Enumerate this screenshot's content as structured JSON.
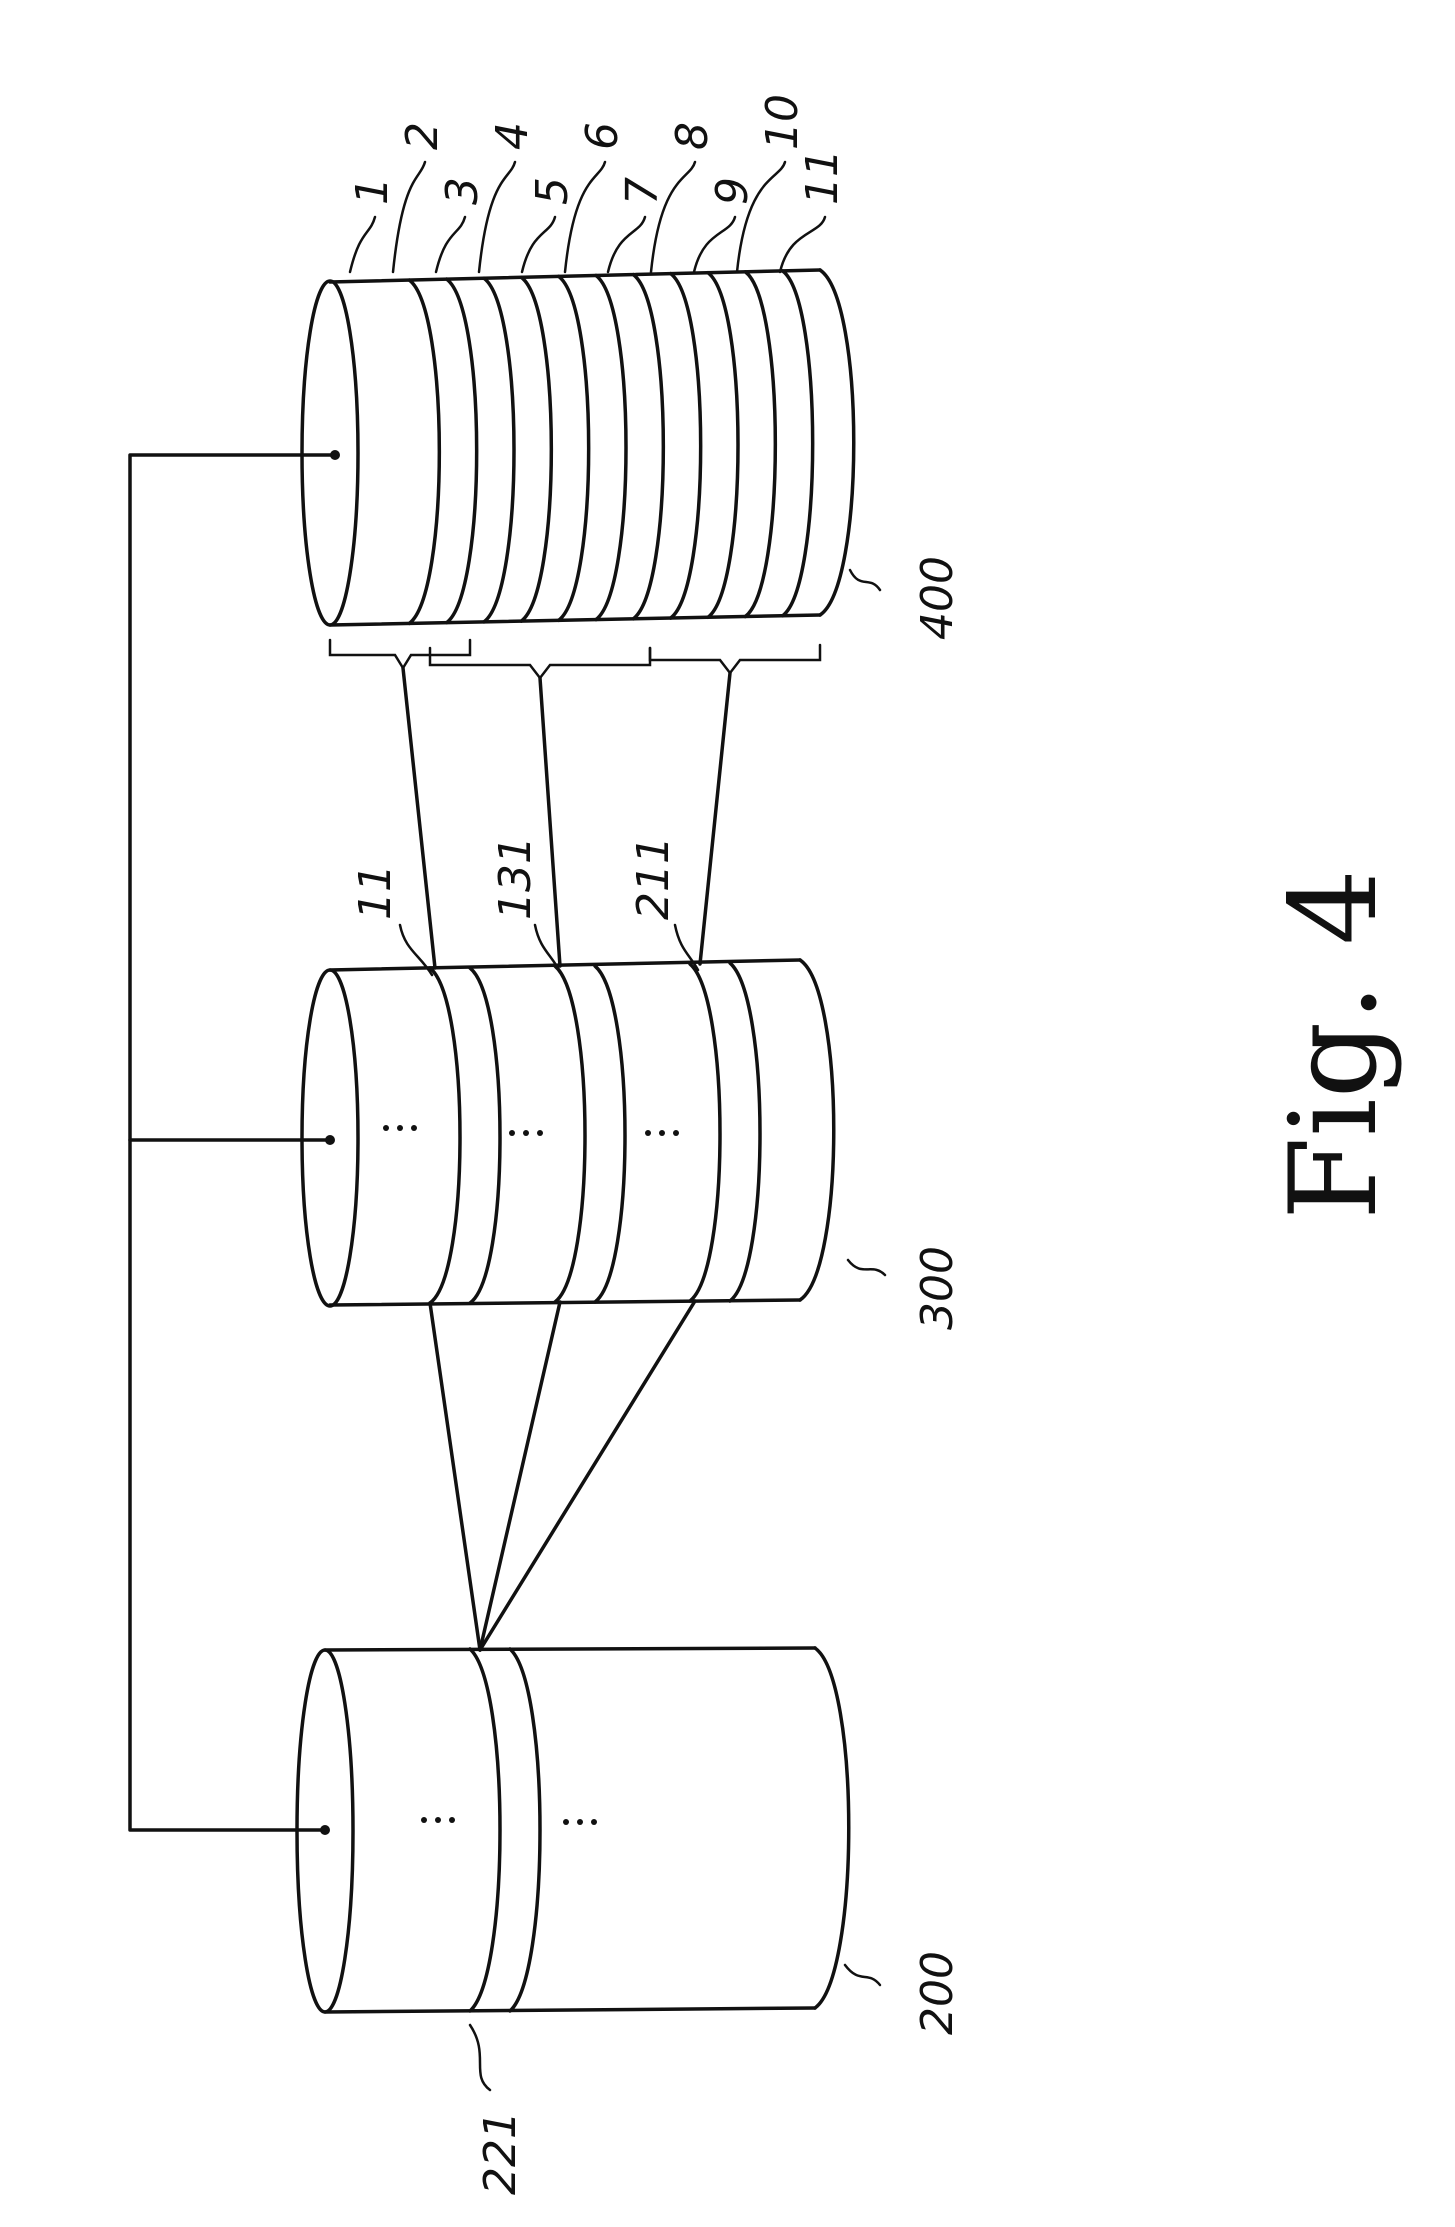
{
  "figure": {
    "caption": "Fig. 4",
    "cylinders": {
      "c200": {
        "label": "200"
      },
      "c300": {
        "label": "300"
      },
      "c400": {
        "label": "400"
      }
    },
    "refs": {
      "r221": "221",
      "r11": "11",
      "r131": "131",
      "r211": "211"
    },
    "layers": [
      "1",
      "2",
      "3",
      "4",
      "5",
      "6",
      "7",
      "8",
      "9",
      "10",
      "11"
    ]
  }
}
